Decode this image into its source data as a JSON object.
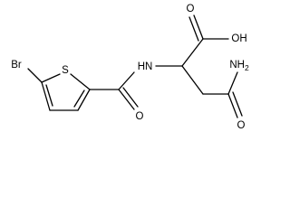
{
  "structure": {
    "atom_labels": {
      "bromine": "Br",
      "sulfur": "S",
      "amide_nh": "HN",
      "acid_oh": "OH",
      "acid_carbonyl_o": "O",
      "amide_carbonyl_o": "O",
      "amide_nh2": "NH",
      "amide_nh2_subscript": "2",
      "side_chain_carbonyl_o": "O"
    }
  }
}
